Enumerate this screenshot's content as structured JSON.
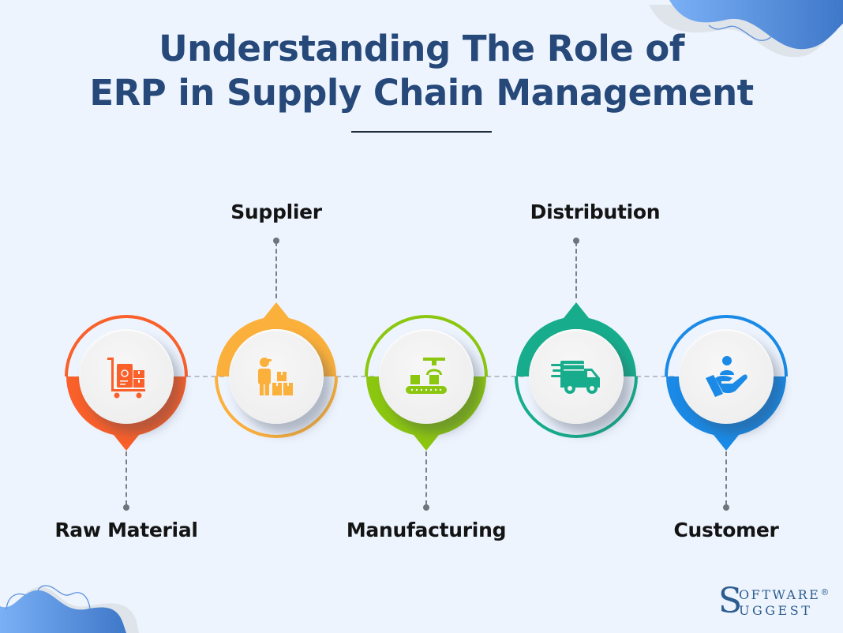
{
  "title": {
    "line1": "Understanding The Role of",
    "line2": "ERP in Supply Chain Management"
  },
  "stages": [
    {
      "label": "Raw Material",
      "icon": "cart-with-goods-icon",
      "color": "#f9602a",
      "label_position": "below"
    },
    {
      "label": "Supplier",
      "icon": "worker-with-boxes-icon",
      "color": "#fbb03b",
      "label_position": "above"
    },
    {
      "label": "Manufacturing",
      "icon": "conveyor-robot-arm-icon",
      "color": "#8cc710",
      "label_position": "below"
    },
    {
      "label": "Distribution",
      "icon": "delivery-truck-icon",
      "color": "#17ad8c",
      "label_position": "above"
    },
    {
      "label": "Customer",
      "icon": "hand-holding-person-icon",
      "color": "#1a8ae6",
      "label_position": "below"
    }
  ],
  "brand": {
    "initial": "S",
    "line1": "OFTWARE",
    "line2": "UGGEST",
    "registered": "®"
  },
  "colors": {
    "background": "#edf4fe",
    "title": "#26497a",
    "blob": "#5b93e0"
  }
}
